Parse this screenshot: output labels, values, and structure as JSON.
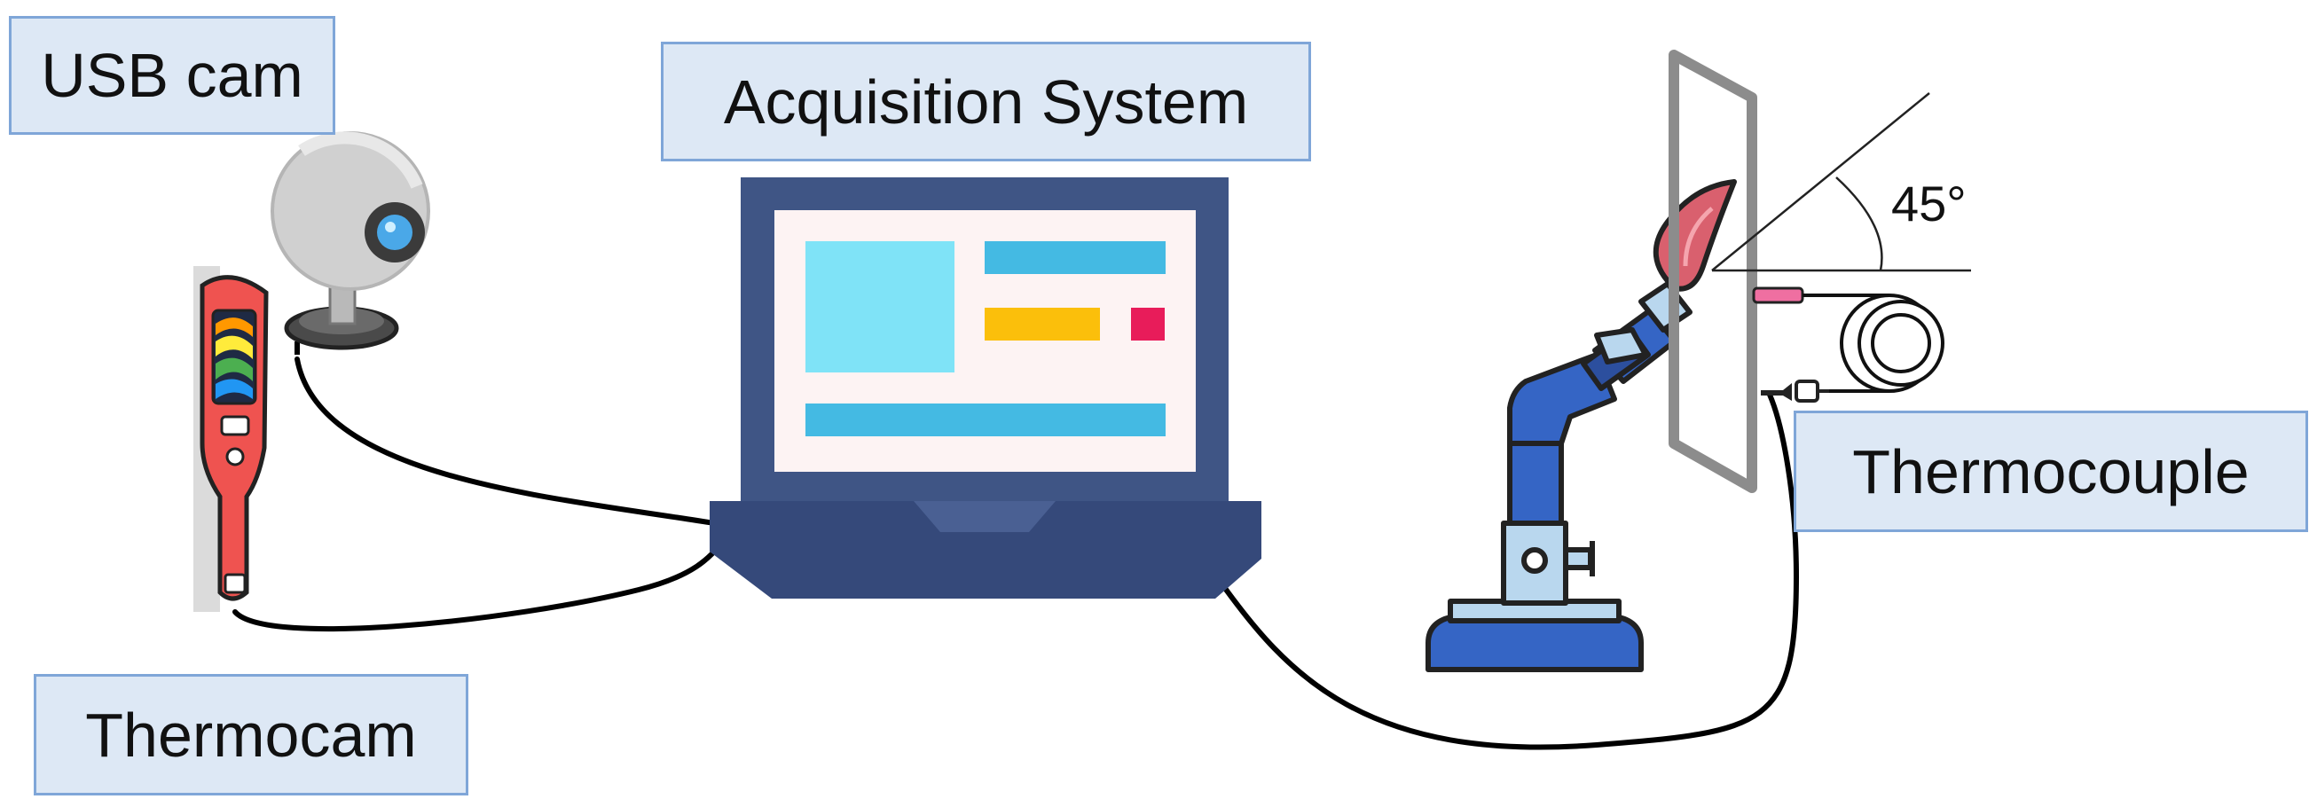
{
  "labels": {
    "usb_cam": "USB cam",
    "acquisition_system": "Acquisition System",
    "thermocam": "Thermocam",
    "thermocouple": "Thermocouple"
  },
  "angle_annotation": "45°",
  "colors": {
    "label_fill": "#dde8f5",
    "label_border": "#7fa6d8",
    "laptop_dark": "#35497a",
    "laptop_frame": "#3f5585",
    "screen_bg": "#fdf3f3",
    "screen_cyan": "#7fe3f7",
    "screen_blue": "#44bae3",
    "screen_yellow": "#fbbf0b",
    "screen_red": "#e81c5a",
    "thermocam_red": "#ef5350",
    "robot_blue": "#3565c5",
    "flame_pink": "#d9606e",
    "plate_gray": "#8c8c8c"
  },
  "icons": [
    "webcam-icon",
    "thermal-camera-icon",
    "laptop-icon",
    "torch-robot-arm-icon",
    "test-plate-icon",
    "thermocouple-probe-icon",
    "wire-spool-icon"
  ]
}
